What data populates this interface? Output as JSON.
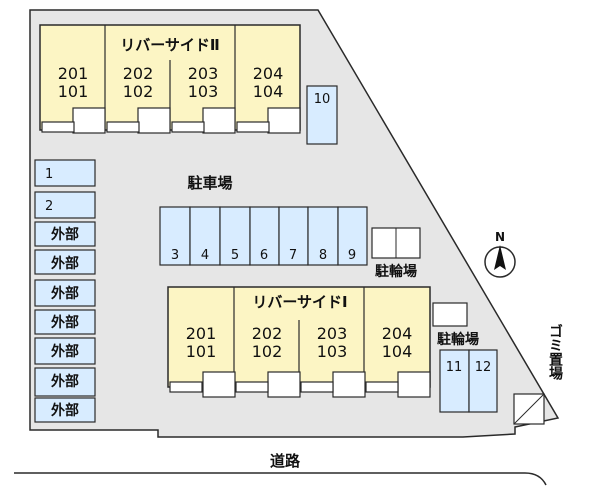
{
  "building_2": {
    "name": "リバーサイドⅡ",
    "units": [
      {
        "upper": "201",
        "lower": "101"
      },
      {
        "upper": "202",
        "lower": "102"
      },
      {
        "upper": "203",
        "lower": "103"
      },
      {
        "upper": "204",
        "lower": "104"
      }
    ]
  },
  "building_1": {
    "name": "リバーサイドⅠ",
    "units": [
      {
        "upper": "201",
        "lower": "101"
      },
      {
        "upper": "202",
        "lower": "102"
      },
      {
        "upper": "203",
        "lower": "103"
      },
      {
        "upper": "204",
        "lower": "104"
      }
    ]
  },
  "labels": {
    "parking_lot": "駐車場",
    "bicycle_parking_1": "駐輪場",
    "bicycle_parking_2": "駐輪場",
    "garbage": "ゴミ置場",
    "road": "道路",
    "north": "N"
  },
  "parking_spaces": {
    "left_column": [
      "1",
      "2",
      "外部",
      "外部",
      "外部",
      "外部",
      "外部",
      "外部",
      "外部"
    ],
    "center_row": [
      "3",
      "4",
      "5",
      "6",
      "7",
      "8",
      "9"
    ],
    "space_10": "10",
    "bottom_right": [
      "11",
      "12"
    ]
  },
  "colors": {
    "site": "#e6e6e6",
    "building": "#fcf5c4",
    "parking": "#d8ecff"
  }
}
